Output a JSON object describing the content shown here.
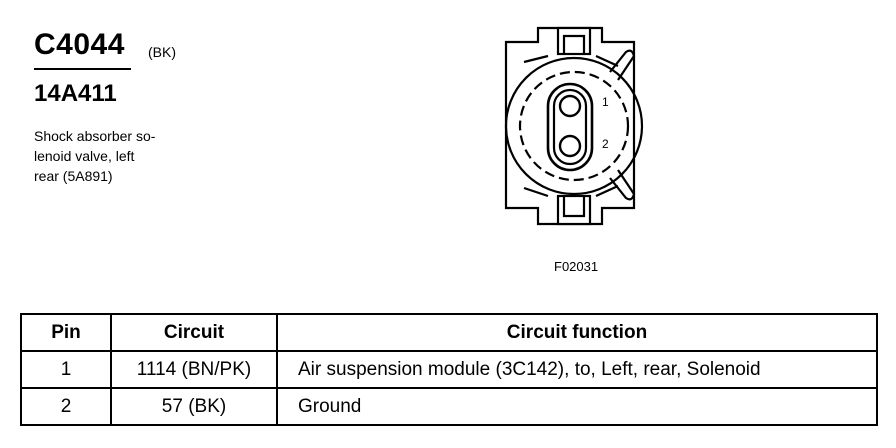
{
  "connector": {
    "id": "C4044",
    "color": "(BK)",
    "part_number": "14A411",
    "description": "Shock absorber so-\nlenoid valve, left\nrear (5A891)"
  },
  "diagram": {
    "pin_labels": [
      "1",
      "2"
    ],
    "figure_code": "F02031"
  },
  "table": {
    "headers": {
      "pin": "Pin",
      "circuit": "Circuit",
      "function": "Circuit function"
    },
    "rows": [
      {
        "pin": "1",
        "circuit": "1114 (BN/PK)",
        "function": "Air suspension module (3C142), to, Left, rear, Solenoid"
      },
      {
        "pin": "2",
        "circuit": "57 (BK)",
        "function": "Ground"
      }
    ]
  }
}
